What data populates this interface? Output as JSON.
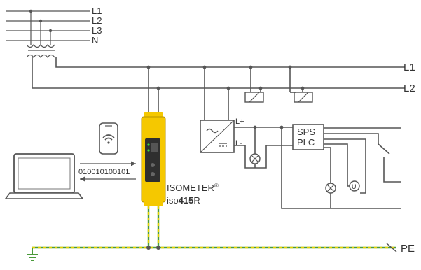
{
  "network": {
    "supply_lines": [
      "L1",
      "L2",
      "L3",
      "N"
    ],
    "it_lines": [
      "L1",
      "L2"
    ],
    "earth": "PE"
  },
  "converter": {
    "dc_plus": "L+",
    "dc_minus": "L-"
  },
  "controller": {
    "line1": "SPS",
    "line2": "PLC"
  },
  "device": {
    "brand": "ISOMETER",
    "brand_mark": "®",
    "model_prefix": "iso",
    "model_number": "415",
    "model_suffix": "R"
  },
  "communication": {
    "binary": "010010100101"
  },
  "colors": {
    "device_yellow": "#f5c800",
    "device_front": "#2f2f2f",
    "led_green": "#3bd43b",
    "pe_green": "#4a9a3a",
    "pe_yellow": "#e6d200"
  }
}
